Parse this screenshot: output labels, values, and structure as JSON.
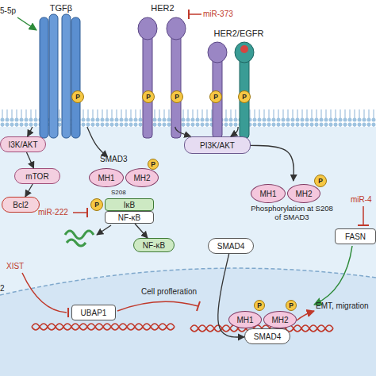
{
  "diagram": {
    "nodes": [
      {
        "text": [
          "TGFβ"
        ]
      },
      {
        "text": [
          "P"
        ],
        "in": 0
      },
      {
        "text": [
          "HER2"
        ]
      },
      {
        "text": [
          "P"
        ],
        "in": 2
      },
      {
        "text": [
          "P"
        ],
        "in": 2
      },
      {
        "text": [
          "HER2/EGFR"
        ]
      },
      {
        "text": [
          "P"
        ],
        "in": 5
      },
      {
        "text": [
          "P"
        ],
        "in": 5
      },
      {
        "text": [
          "I3K/AKT"
        ]
      },
      {
        "text": [
          "mTOR"
        ]
      },
      {
        "text": [
          "Bcl2"
        ]
      },
      {
        "text": [
          "PI3K/AKT"
        ]
      },
      {
        "text": [
          "SMAD3"
        ]
      },
      {
        "text": [
          "MH1"
        ],
        "in": 12
      },
      {
        "text": [
          "MH2"
        ],
        "in": 12
      },
      {
        "text": [
          "P"
        ],
        "in": 12
      },
      {
        "text": [
          "IκB"
        ]
      },
      {
        "text": [
          "P"
        ]
      },
      {
        "text": [
          "NF-κB"
        ]
      },
      {
        "text": [
          "NF-κB"
        ]
      },
      {
        "text": [
          "Phosphorylation at S208 of SMAD3"
        ]
      },
      {
        "text": [
          "MH1"
        ],
        "in": 20
      },
      {
        "text": [
          "MH2"
        ],
        "in": 20
      },
      {
        "text": [
          "P"
        ],
        "in": 20
      },
      {
        "text": [
          "SMAD4"
        ]
      },
      {
        "text": [
          "FASN"
        ]
      },
      {
        "text": [
          "UBAP1"
        ]
      },
      {
        "text": [
          "MH1"
        ]
      },
      {
        "text": [
          "MH2"
        ]
      },
      {
        "text": [
          "P"
        ]
      },
      {
        "text": [
          "P"
        ]
      },
      {
        "text": [
          "SMAD4"
        ]
      }
    ],
    "edges": [
      {
        "from": 0,
        "to": 8,
        "arrow": "to"
      },
      {
        "from": 0,
        "to": 12,
        "arrow": "to"
      },
      {
        "from": 8,
        "to": 9,
        "arrow": "to"
      },
      {
        "from": 9,
        "to": 10,
        "arrow": "to"
      },
      {
        "from": 2,
        "to": 11,
        "arrow": "to"
      },
      {
        "from": 5,
        "to": 11,
        "arrow": "to"
      },
      {
        "from": 11,
        "to": 20,
        "arrow": "to"
      },
      {
        "from": 18,
        "to": 19,
        "arrow": "to"
      },
      {
        "from": 24,
        "to": 31,
        "arrow": "to"
      }
    ],
    "labels": [
      "5-5p",
      "miR-373",
      "S208",
      "miR-222",
      "XIST",
      "2",
      "miR-4",
      "Cell profleration",
      "EMT, migration"
    ]
  }
}
